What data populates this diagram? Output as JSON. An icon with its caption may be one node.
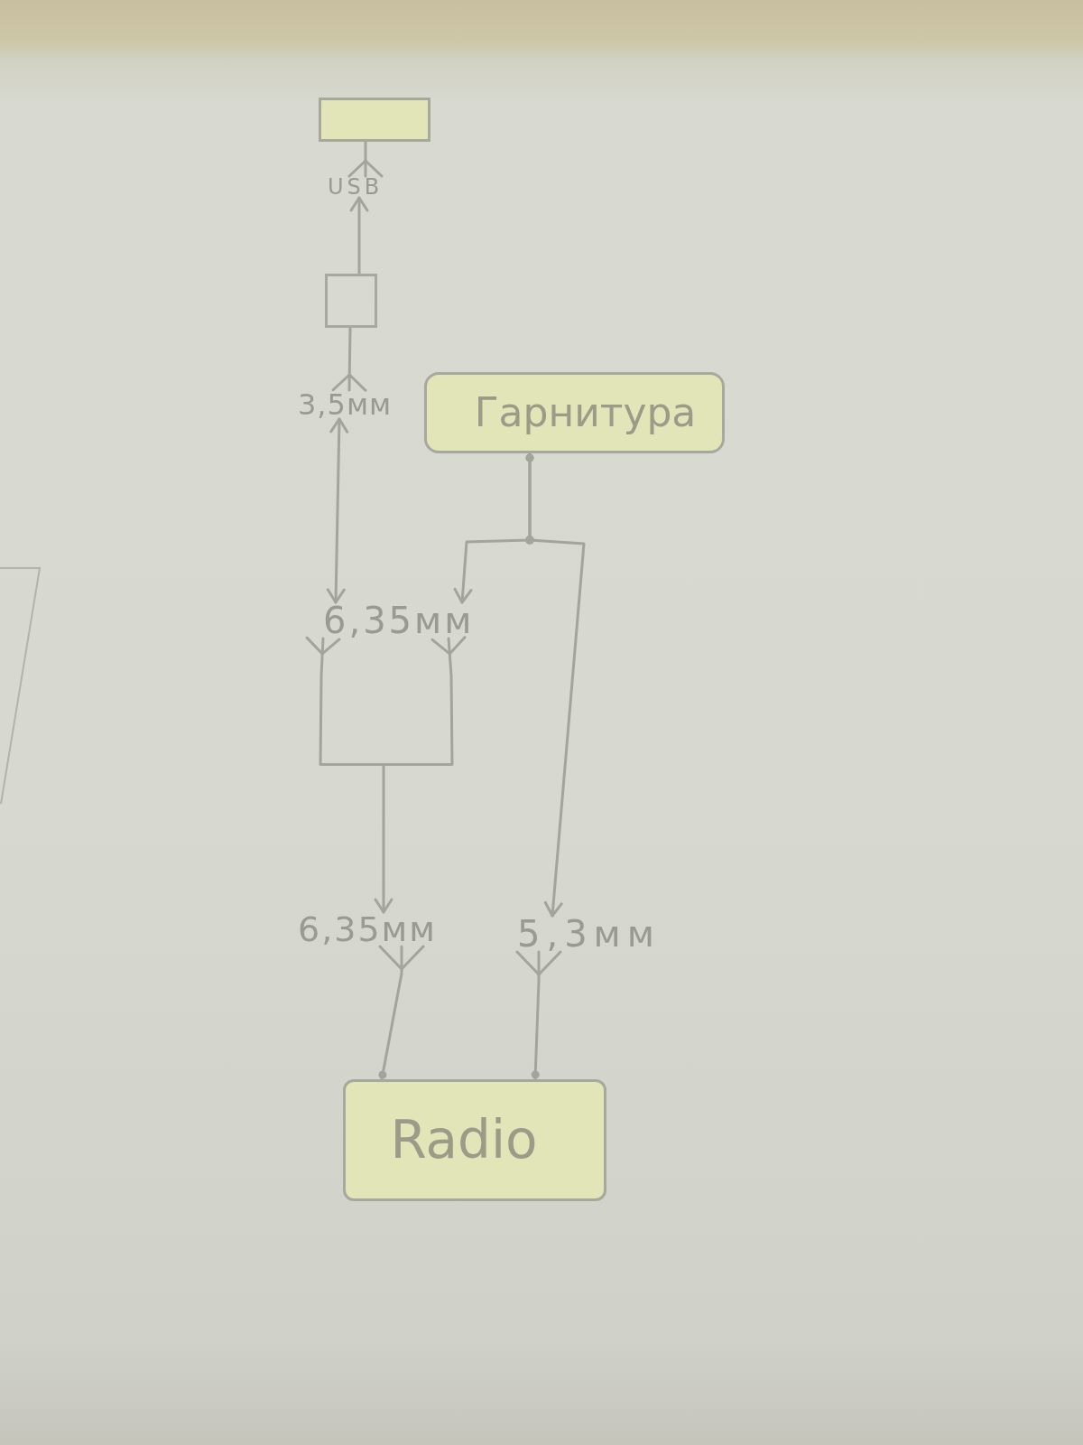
{
  "diagram": {
    "nodes": [
      {
        "text": [],
        "shape": "box"
      },
      {
        "text": [
          "USB"
        ]
      },
      {
        "text": [],
        "shape": "box"
      },
      {
        "text": [
          "3,5мм"
        ]
      },
      {
        "text": [
          "Гарнитура"
        ]
      },
      {
        "text": [
          "6,35мм"
        ]
      },
      {
        "text": [],
        "shape": "box"
      },
      {
        "text": [
          "6,35мм"
        ]
      },
      {
        "text": [
          "5,3мм"
        ]
      },
      {
        "text": [
          "Radio"
        ]
      }
    ],
    "edges": [
      {
        "from": 1,
        "to": 0,
        "arrow": "other"
      },
      {
        "from": 2,
        "to": 1,
        "arrow": "to"
      },
      {
        "from": 3,
        "to": 2,
        "arrow": "other"
      },
      {
        "from": 3,
        "to": 5,
        "arrow": "both"
      },
      {
        "from": 4,
        "to": 5,
        "arrow": "to"
      },
      {
        "from": 4,
        "to": 8,
        "arrow": "to"
      },
      {
        "from": 5,
        "to": 6,
        "arrow": "other"
      },
      {
        "from": 5,
        "to": 6,
        "arrow": "other"
      },
      {
        "from": 6,
        "to": 7,
        "arrow": "to"
      },
      {
        "from": 7,
        "to": 9,
        "arrow": "other"
      },
      {
        "from": 8,
        "to": 9,
        "arrow": "other"
      }
    ]
  }
}
